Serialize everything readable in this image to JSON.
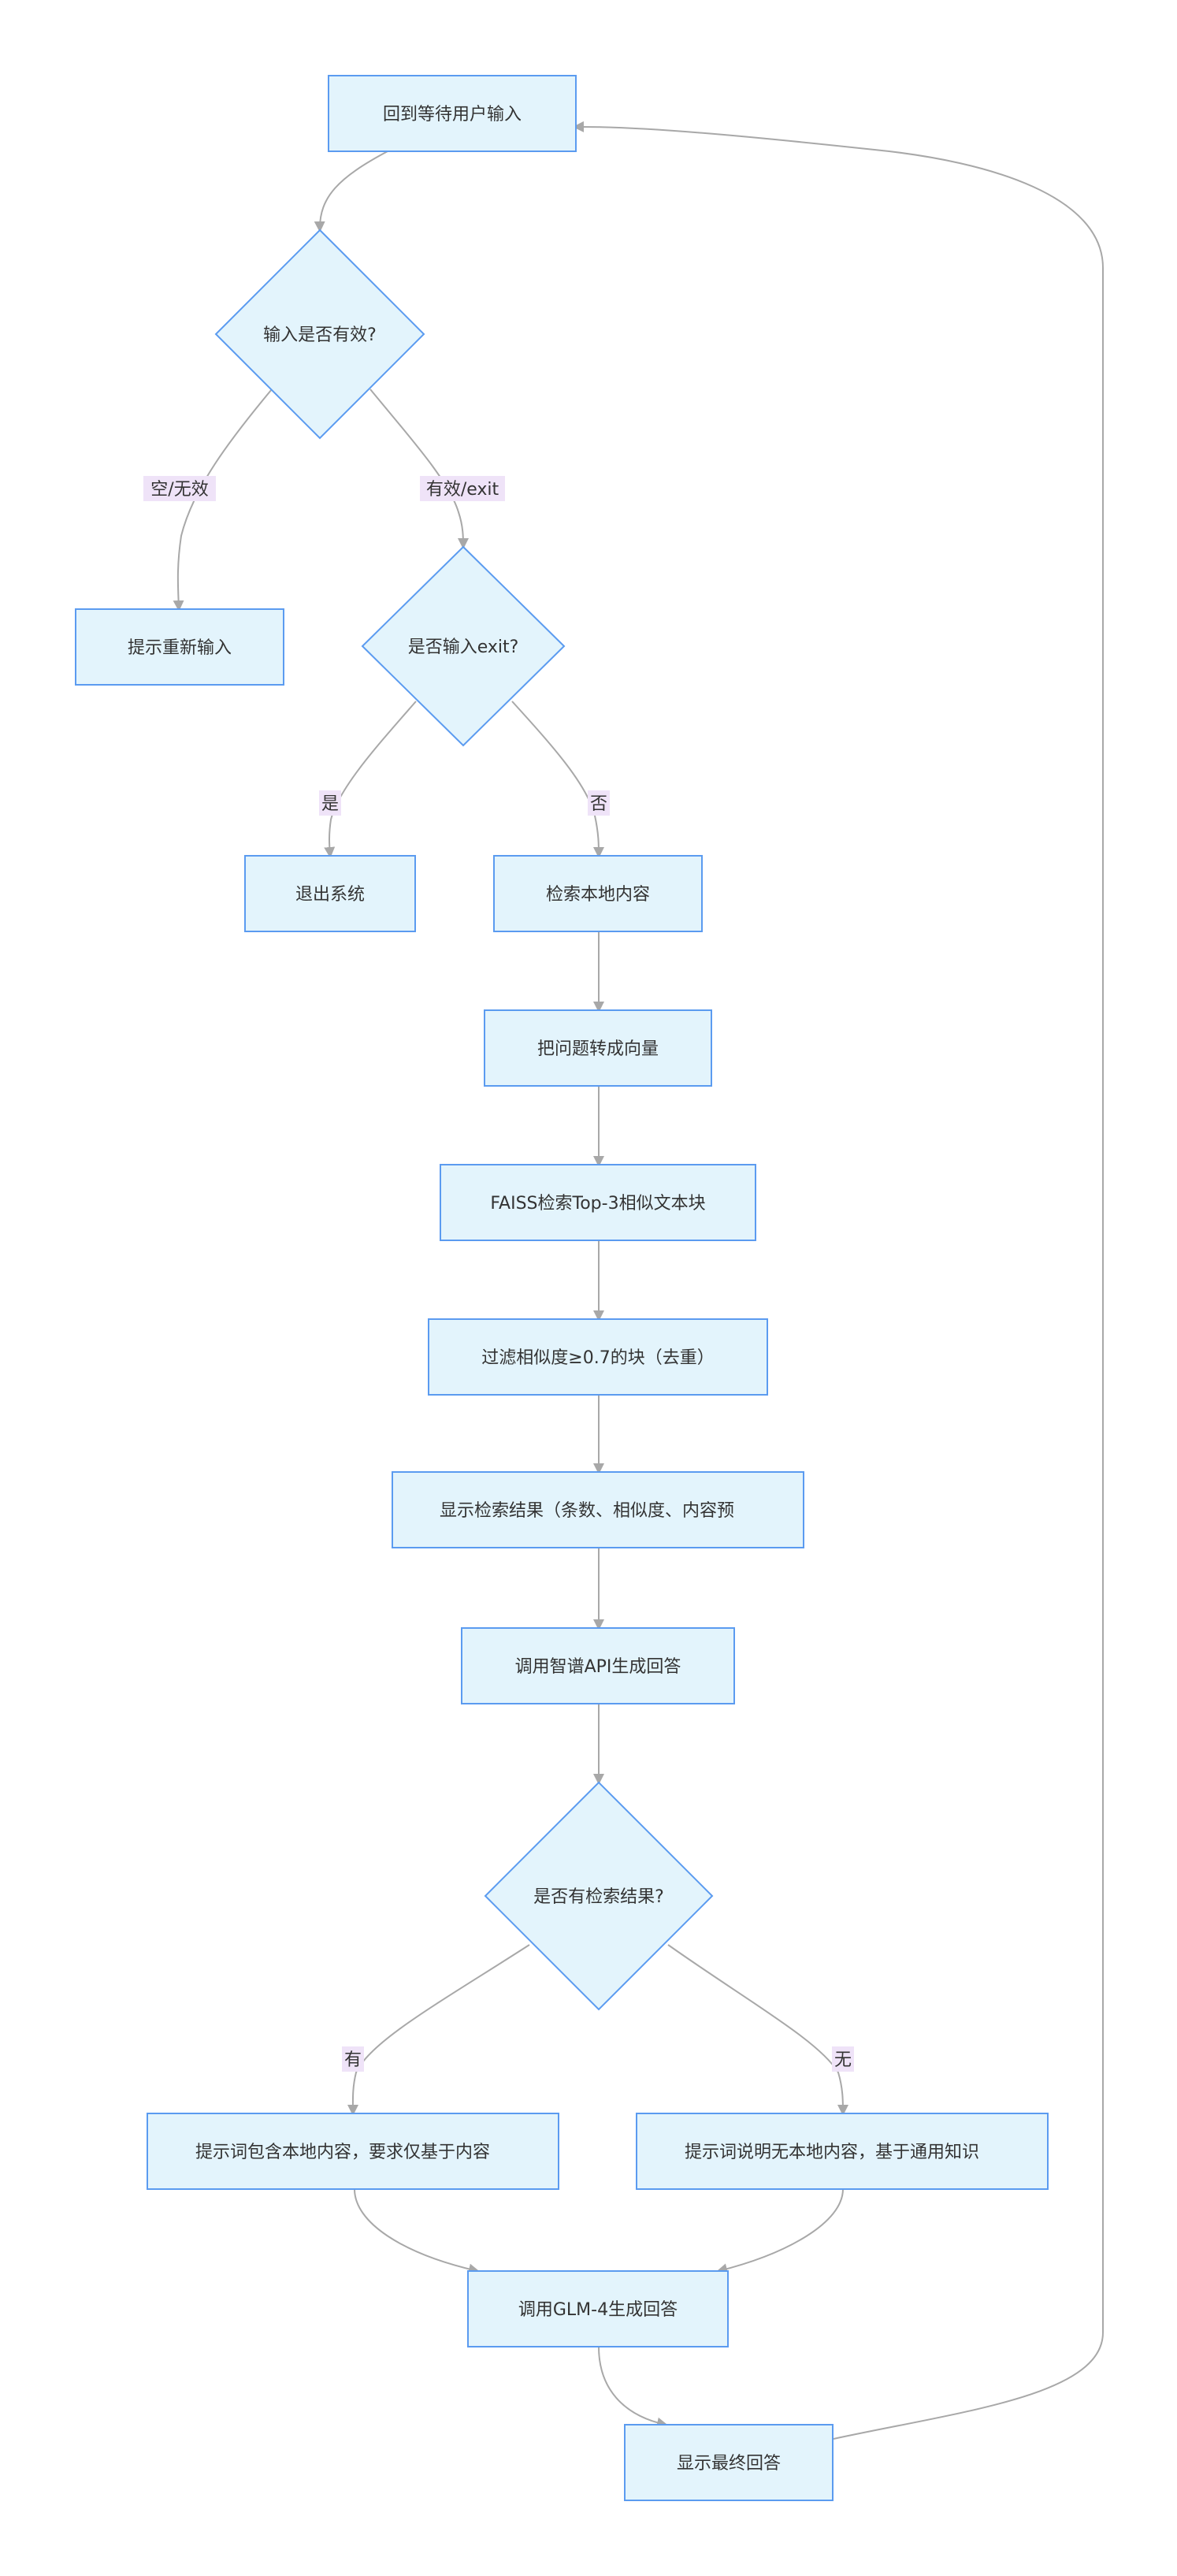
{
  "nodes": {
    "back_to_wait": "回到等待用户输入",
    "input_valid": "输入是否有效?",
    "prompt_reinput": "提示重新输入",
    "is_exit": "是否输入exit?",
    "exit_system": "退出系统",
    "retrieve_local": "检索本地内容",
    "to_vector": "把问题转成向量",
    "faiss_search": "FAISS检索Top-3相似文本块",
    "filter_sim": "过滤相似度≥0.7的块（去重）",
    "show_results": "显示检索结果（条数、相似度、内容预",
    "call_zhipu": "调用智谱API生成回答",
    "has_results": "是否有检索结果?",
    "prompt_with_local": "提示词包含本地内容，要求仅基于内容",
    "prompt_no_local": "提示词说明无本地内容，基于通用知识",
    "call_glm4": "调用GLM-4生成回答",
    "show_final": "显示最终回答"
  },
  "edge_labels": {
    "empty_invalid": "空/无效",
    "valid_exit": "有效/exit",
    "yes": "是",
    "no": "否",
    "has": "有",
    "none": "无"
  },
  "colors": {
    "node_fill": "#e3f4fc",
    "node_stroke": "#5b9bf0",
    "edge": "#a8a8a8",
    "label_bg": "#efe3f8"
  }
}
